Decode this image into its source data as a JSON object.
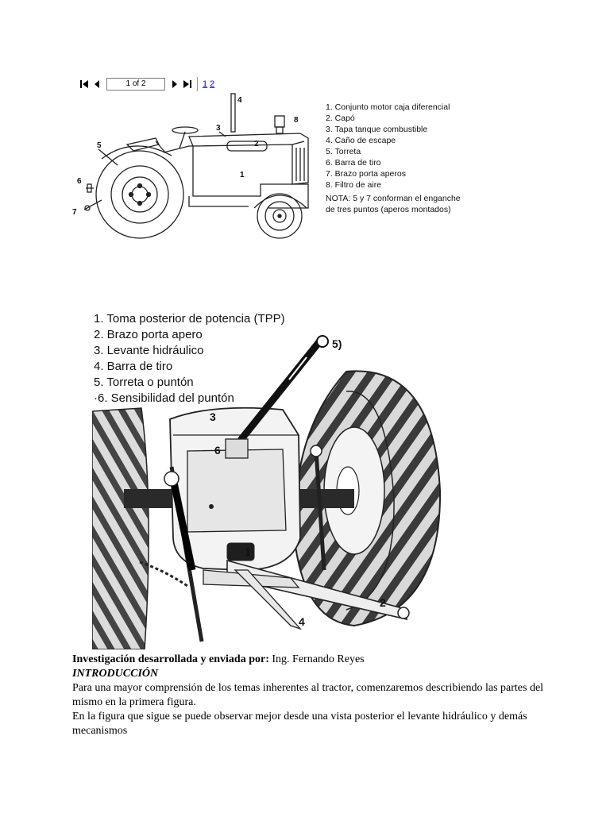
{
  "pager": {
    "first_icon": "first-page-icon",
    "prev_icon": "prev-page-icon",
    "next_icon": "next-page-icon",
    "last_icon": "last-page-icon",
    "page_value": "1 of 2",
    "links": [
      "1",
      "2"
    ]
  },
  "figure1": {
    "callouts": [
      "1",
      "2",
      "3",
      "4",
      "5",
      "6",
      "7",
      "8"
    ],
    "legend": [
      "1. Conjunto motor caja diferencial",
      "2. Capó",
      "3. Tapa tanque combustible",
      "4. Caño de escape",
      "5. Torreta",
      "6. Barra de tiro",
      "7. Brazo porta aperos",
      "8. Filtro de aire"
    ],
    "nota_line1": "NOTA: 5 y 7 conforman el enganche",
    "nota_line2": "de tres puntos (aperos montados)"
  },
  "figure2": {
    "legend": [
      "1. Toma posterior de potencia (TPP)",
      "2. Brazo porta apero",
      "3. Levante hidráulico",
      "4. Barra de tiro",
      "5. Torreta o puntón",
      "·6. Sensibilidad del puntón"
    ],
    "callouts": [
      "5)",
      "3",
      "6",
      "1",
      "2",
      "4"
    ]
  },
  "text": {
    "author_label": "Investigación desarrollada y enviada por:",
    "author_name": " Ing. Fernando Reyes",
    "heading": "INTRODUCCIÓN",
    "para1": "Para una mayor comprensión de los temas inherentes al tractor, comenzaremos describiendo las partes del mismo en la primera figura.",
    "para2": "En la figura que sigue se puede observar mejor desde una vista posterior el levante hidráulico y demás mecanismos"
  }
}
